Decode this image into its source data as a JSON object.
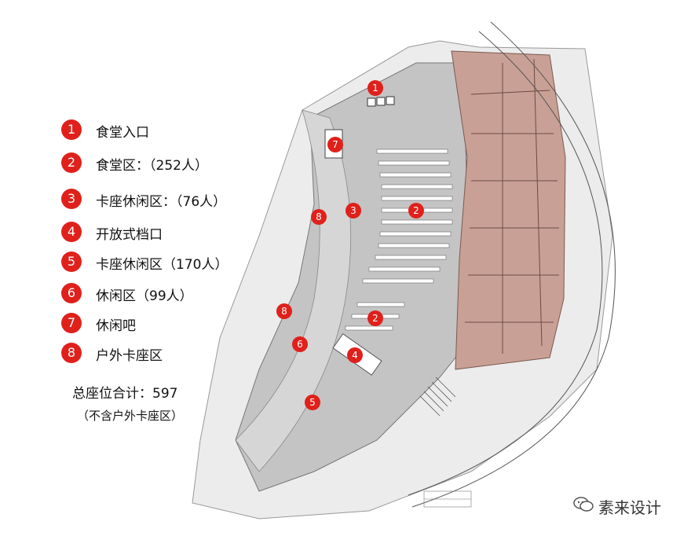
{
  "legend": [
    {
      "number": "1",
      "label": "食堂入口"
    },
    {
      "number": "2",
      "label": "食堂区：（252人）"
    },
    {
      "number": "3",
      "label": "卡座休闲区：（76人）"
    },
    {
      "number": "4",
      "label": "开放式档口"
    },
    {
      "number": "5",
      "label": "卡座休闲区（170人）"
    },
    {
      "number": "6",
      "label": "休闲区（99人）"
    },
    {
      "number": "7",
      "label": "休闲吧"
    },
    {
      "number": "8",
      "label": "户外卡座区"
    }
  ],
  "total": "总座位合计：597",
  "note": "（不含户外卡座区）",
  "brand": {
    "text": "素来设计",
    "icon": "wechat-icon"
  },
  "markers": [
    "1",
    "2",
    "2",
    "3",
    "4",
    "5",
    "6",
    "7",
    "8",
    "8"
  ],
  "colors": {
    "badge": "#e0201b",
    "kitchen": "#c9a096",
    "seating": "#c4c4c4",
    "terrace": "#dcdcdc"
  }
}
